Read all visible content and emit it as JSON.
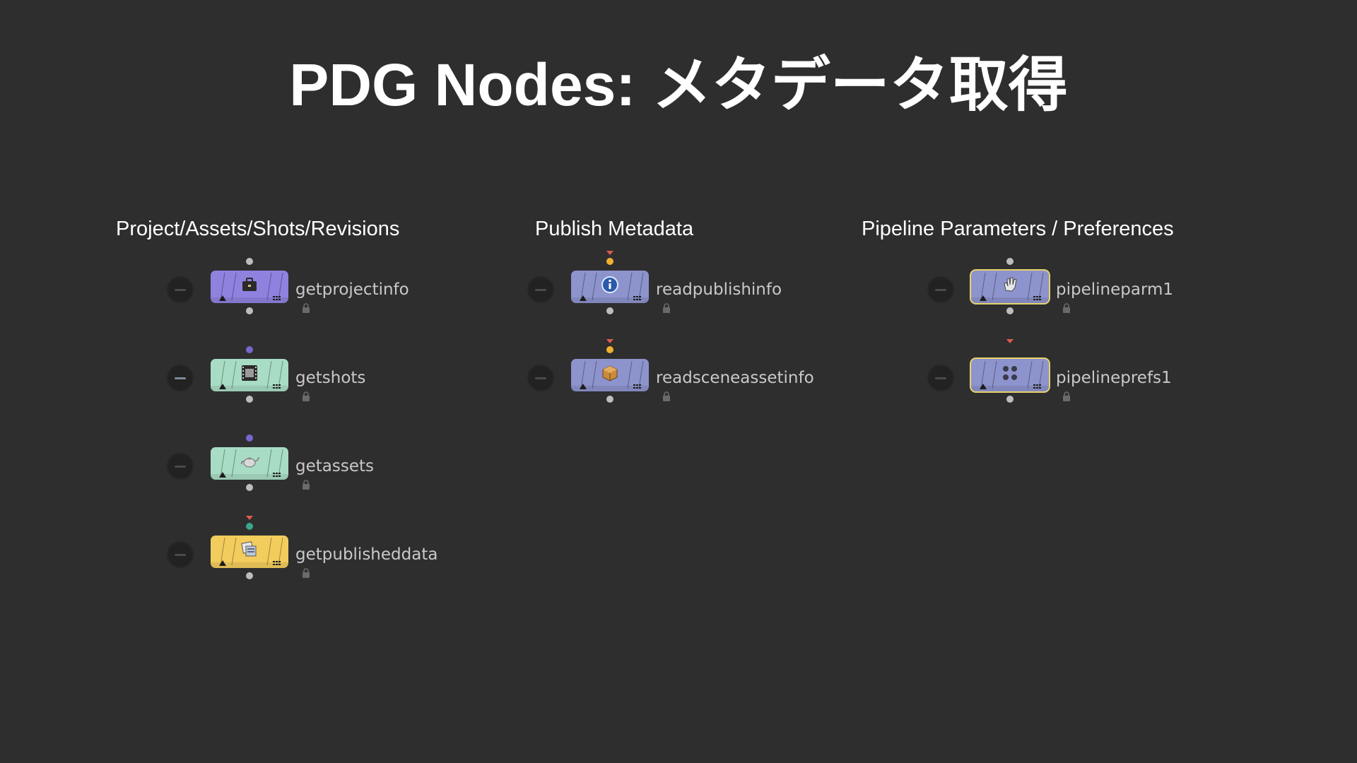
{
  "title": "PDG Nodes: メタデータ取得",
  "colors": {
    "background": "#2e2e2e",
    "purple": "#8f82df",
    "mint": "#a8dcc4",
    "yellow": "#f2cc5c",
    "slate": "#8d93cc",
    "port_grey": "#bdbdbd",
    "port_purple": "#7a66cc",
    "port_teal": "#3aa68a",
    "port_orange": "#f0b030",
    "marker_red": "#e05a4f"
  },
  "sections": [
    {
      "heading": "Project/Assets/Shots/Revisions",
      "nodes": [
        {
          "label": "getprojectinfo",
          "color": "purple",
          "icon": "briefcase-icon",
          "input_port": "grey",
          "marker": false,
          "flagged": false
        },
        {
          "label": "getshots",
          "color": "mint",
          "icon": "film-frame-icon",
          "input_port": "purple",
          "marker": false,
          "flagged": false
        },
        {
          "label": "getassets",
          "color": "mint",
          "icon": "teapot-icon",
          "input_port": "purple",
          "marker": false,
          "flagged": false
        },
        {
          "label": "getpublisheddata",
          "color": "yellow",
          "icon": "file-stack-icon",
          "input_port": "teal",
          "marker": true,
          "flagged": false
        }
      ]
    },
    {
      "heading": "Publish Metadata",
      "nodes": [
        {
          "label": "readpublishinfo",
          "color": "slate",
          "icon": "info-icon",
          "input_port": "orange",
          "marker": true,
          "flagged": false
        },
        {
          "label": "readsceneassetinfo",
          "color": "slate",
          "icon": "package-icon",
          "input_port": "orange",
          "marker": true,
          "flagged": false
        }
      ]
    },
    {
      "heading": "Pipeline Parameters / Preferences",
      "nodes": [
        {
          "label": "pipelineparm1",
          "color": "slate",
          "icon": "hand-icon",
          "input_port": "grey",
          "marker": false,
          "flagged": true
        },
        {
          "label": "pipelineprefs1",
          "color": "slate",
          "icon": "four-dots-icon",
          "input_port": "none",
          "marker": true,
          "flagged": true
        }
      ]
    }
  ]
}
